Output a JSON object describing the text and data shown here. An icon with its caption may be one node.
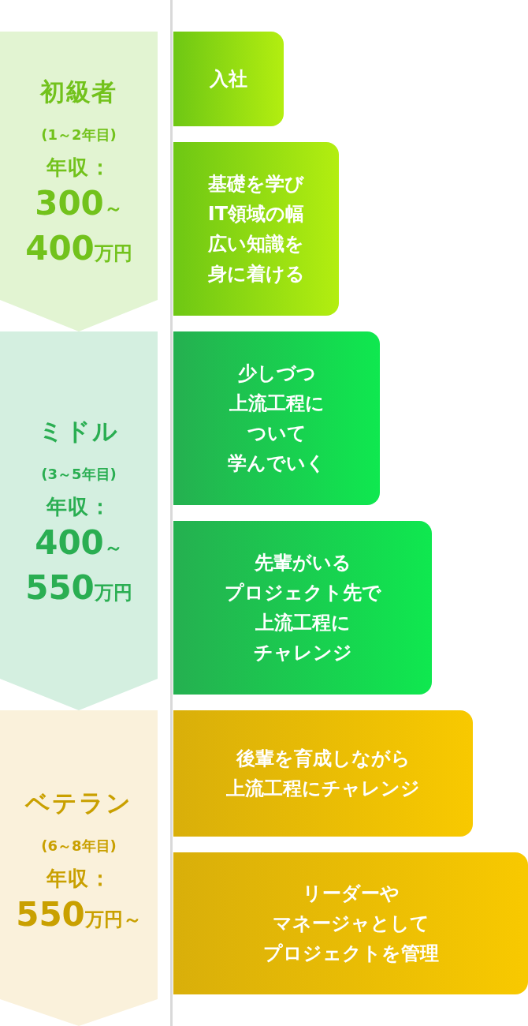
{
  "diagram": {
    "nodes": [
      {
        "text": [
          "初級者",
          "(1～2年目)",
          "年収：",
          "300～400万円"
        ]
      },
      {
        "text": [
          "ミドル",
          "(3～5年目)",
          "年収：",
          "400～550万円"
        ]
      },
      {
        "text": [
          "ベテラン",
          "(6～8年目)",
          "年収：",
          "550万円～"
        ]
      },
      {
        "text": [
          "入社"
        ]
      },
      {
        "text": [
          "基礎を学びIT領域の幅広い知識を身に着ける"
        ]
      },
      {
        "text": [
          "少しづつ上流工程について学んでいく"
        ]
      },
      {
        "text": [
          "先輩がいるプロジェクト先で上流工程にチャレンジ"
        ]
      },
      {
        "text": [
          "後輩を育成しながら上流工程にチャレンジ"
        ]
      },
      {
        "text": [
          "リーダーやマネージャとしてプロジェクトを管理"
        ]
      }
    ]
  }
}
